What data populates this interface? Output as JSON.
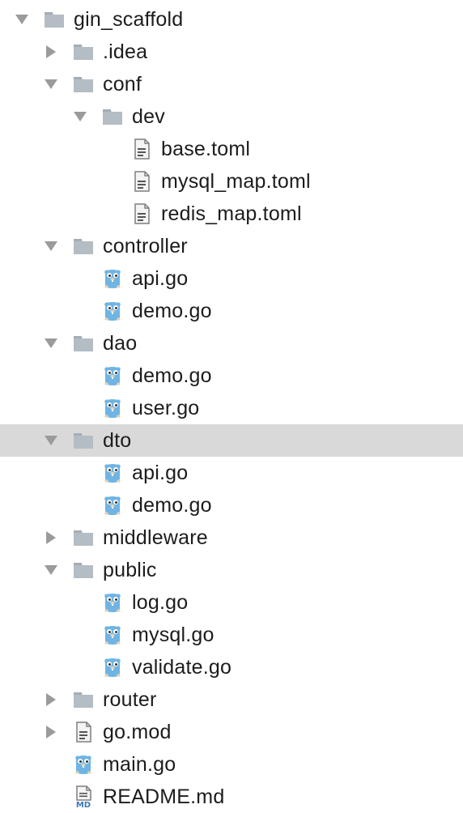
{
  "project_tree": {
    "items": [
      {
        "name": "gin_scaffold",
        "type": "folder",
        "depth": 0,
        "state": "expanded"
      },
      {
        "name": ".idea",
        "type": "folder",
        "depth": 1,
        "state": "collapsed"
      },
      {
        "name": "conf",
        "type": "folder",
        "depth": 1,
        "state": "expanded"
      },
      {
        "name": "dev",
        "type": "folder",
        "depth": 2,
        "state": "expanded"
      },
      {
        "name": "base.toml",
        "type": "text-file",
        "depth": 3,
        "state": "none"
      },
      {
        "name": "mysql_map.toml",
        "type": "text-file",
        "depth": 3,
        "state": "none"
      },
      {
        "name": "redis_map.toml",
        "type": "text-file",
        "depth": 3,
        "state": "none"
      },
      {
        "name": "controller",
        "type": "folder",
        "depth": 1,
        "state": "expanded"
      },
      {
        "name": "api.go",
        "type": "go-file",
        "depth": 2,
        "state": "none"
      },
      {
        "name": "demo.go",
        "type": "go-file",
        "depth": 2,
        "state": "none"
      },
      {
        "name": "dao",
        "type": "folder",
        "depth": 1,
        "state": "expanded"
      },
      {
        "name": "demo.go",
        "type": "go-file",
        "depth": 2,
        "state": "none"
      },
      {
        "name": "user.go",
        "type": "go-file",
        "depth": 2,
        "state": "none"
      },
      {
        "name": "dto",
        "type": "folder",
        "depth": 1,
        "state": "expanded",
        "selected": true
      },
      {
        "name": "api.go",
        "type": "go-file",
        "depth": 2,
        "state": "none"
      },
      {
        "name": "demo.go",
        "type": "go-file",
        "depth": 2,
        "state": "none"
      },
      {
        "name": "middleware",
        "type": "folder",
        "depth": 1,
        "state": "collapsed"
      },
      {
        "name": "public",
        "type": "folder",
        "depth": 1,
        "state": "expanded"
      },
      {
        "name": "log.go",
        "type": "go-file",
        "depth": 2,
        "state": "none"
      },
      {
        "name": "mysql.go",
        "type": "go-file",
        "depth": 2,
        "state": "none"
      },
      {
        "name": "validate.go",
        "type": "go-file",
        "depth": 2,
        "state": "none"
      },
      {
        "name": "router",
        "type": "folder",
        "depth": 1,
        "state": "collapsed"
      },
      {
        "name": "go.mod",
        "type": "text-file",
        "depth": 1,
        "state": "collapsed"
      },
      {
        "name": "main.go",
        "type": "go-file",
        "depth": 1,
        "state": "none"
      },
      {
        "name": "README.md",
        "type": "md-file",
        "depth": 1,
        "state": "none",
        "badge": "MD"
      }
    ]
  },
  "colors": {
    "folder": "#b4bcc4",
    "folder_tab": "#a5adb6",
    "arrow": "#9b9b9b",
    "gopher": "#6fb4e4",
    "text": "#1c1c1c",
    "selection": "#d9d9d9",
    "file_icon": "#7f7f7f"
  }
}
